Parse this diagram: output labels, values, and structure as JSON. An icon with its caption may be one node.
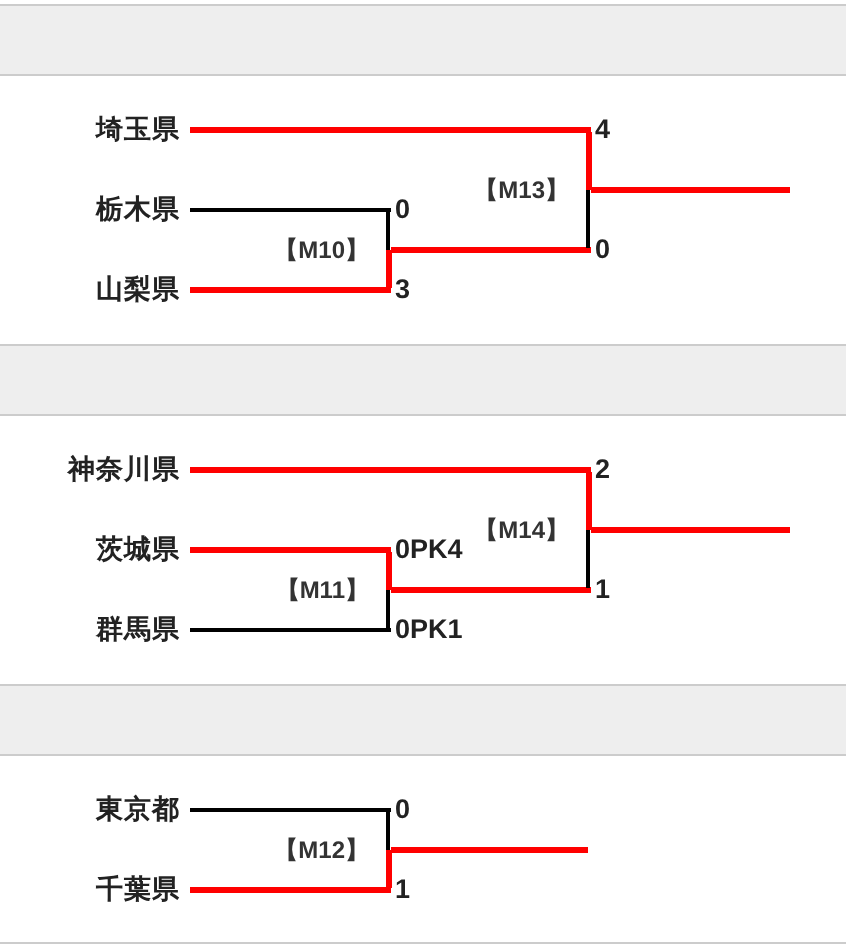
{
  "diagram": {
    "nodes": [
      {
        "text": [
          "埼玉県"
        ]
      },
      {
        "text": [
          "栃木県"
        ]
      },
      {
        "text": [
          "山梨県"
        ]
      },
      {
        "text": [
          "【M10】"
        ]
      },
      {
        "text": [
          "【M13】"
        ]
      },
      {
        "text": [
          "神奈川県"
        ]
      },
      {
        "text": [
          "茨城県"
        ]
      },
      {
        "text": [
          "群馬県"
        ]
      },
      {
        "text": [
          "【M11】"
        ]
      },
      {
        "text": [
          "【M14】"
        ]
      },
      {
        "text": [
          "東京都"
        ]
      },
      {
        "text": [
          "千葉県"
        ]
      },
      {
        "text": [
          "【M12】"
        ]
      }
    ],
    "edges": [
      {
        "from": 0,
        "to": 4,
        "arrow": "none",
        "label": "4"
      },
      {
        "from": 1,
        "to": 3,
        "arrow": "none",
        "label": "0",
        "color": "#000000"
      },
      {
        "from": 2,
        "to": 3,
        "arrow": "none",
        "label": "3"
      },
      {
        "from": 3,
        "to": 4,
        "arrow": "none",
        "label": "0"
      },
      {
        "from": 4,
        "to": null,
        "arrow": "none"
      },
      {
        "from": 5,
        "to": 9,
        "arrow": "none",
        "label": "2"
      },
      {
        "from": 6,
        "to": 8,
        "arrow": "none",
        "label": "0PK4"
      },
      {
        "from": 7,
        "to": 8,
        "arrow": "none",
        "label": "0PK1",
        "color": "#000000"
      },
      {
        "from": 8,
        "to": 9,
        "arrow": "none",
        "label": "1"
      },
      {
        "from": 9,
        "to": null,
        "arrow": "none"
      },
      {
        "from": 10,
        "to": 12,
        "arrow": "none",
        "label": "0",
        "color": "#000000"
      },
      {
        "from": 11,
        "to": 12,
        "arrow": "none",
        "label": "1"
      },
      {
        "from": 12,
        "to": null,
        "arrow": "none"
      }
    ]
  }
}
